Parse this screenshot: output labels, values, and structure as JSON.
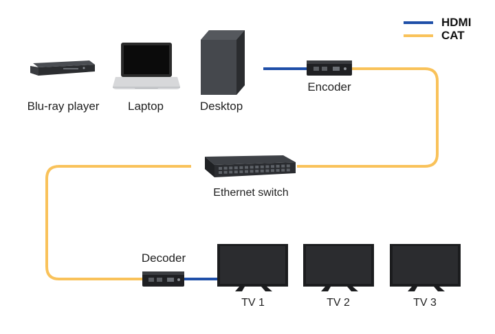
{
  "legend": {
    "hdmi": {
      "label": "HDMI",
      "color": "#1f4fa8"
    },
    "cat": {
      "label": "CAT",
      "color": "#f9c25a"
    }
  },
  "devices": {
    "bluray": "Blu-ray player",
    "laptop": "Laptop",
    "desktop": "Desktop",
    "encoder": "Encoder",
    "ethernet_switch": "Ethernet switch",
    "decoder": "Decoder",
    "tv1": "TV 1",
    "tv2": "TV 2",
    "tv3": "TV 3"
  },
  "icons": {
    "bluray": "blu-ray-player-icon",
    "laptop": "laptop-icon",
    "desktop": "desktop-tower-icon",
    "encoder": "encoder-box-icon",
    "switch": "ethernet-switch-icon",
    "decoder": "decoder-box-icon",
    "tv": "tv-icon"
  }
}
